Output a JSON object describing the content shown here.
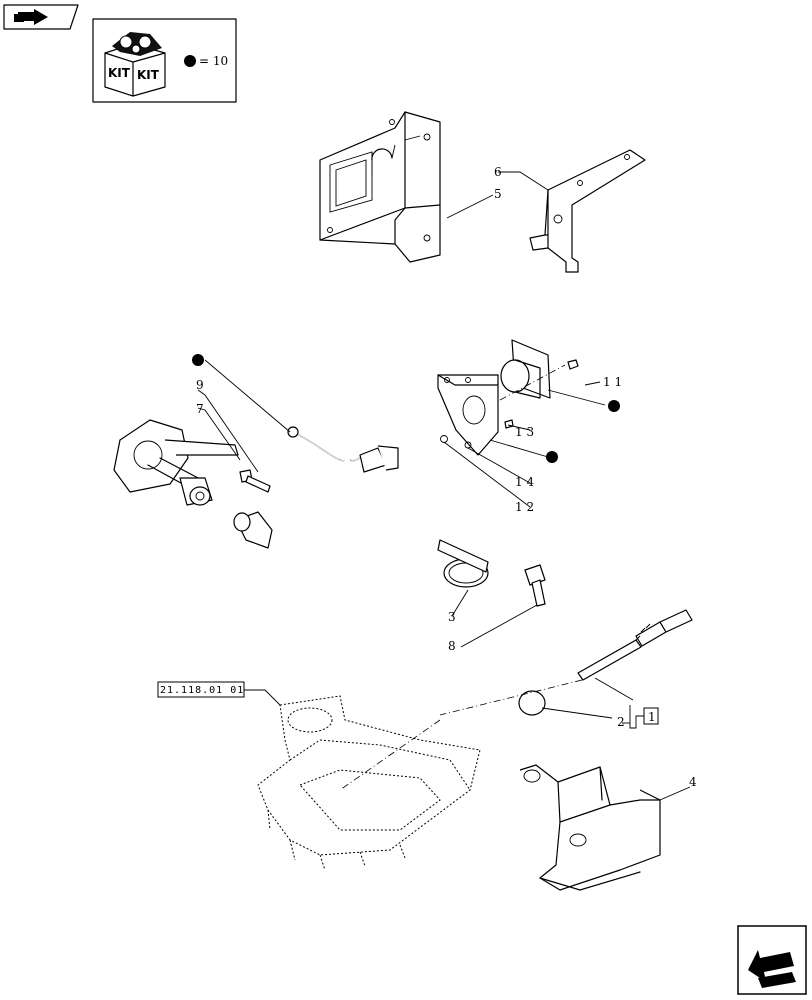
{
  "kit": {
    "label_left": "KIT",
    "label_right": "KIT",
    "legend_text": "= 10"
  },
  "callouts": {
    "c1": "1",
    "c2": "2",
    "c3": "3",
    "c4": "4",
    "c5": "5",
    "c6": "6",
    "c7": "7",
    "c8": "8",
    "c9": "9",
    "c11": "1 1",
    "c12": "1 2",
    "c13": "1 3",
    "c14": "1 4"
  },
  "reference": "21.118.01 01",
  "icons": {
    "top_left": "back-arrow-icon",
    "bottom_right": "next-arrow-icon",
    "kit_marker": "kit-dot-icon"
  }
}
